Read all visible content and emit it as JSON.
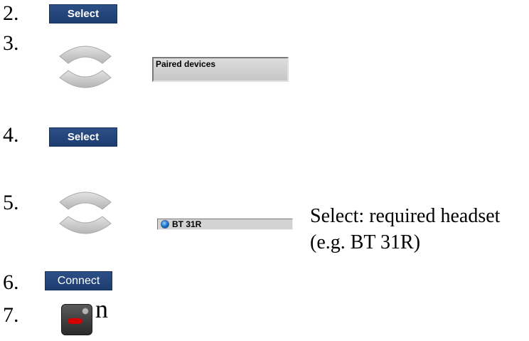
{
  "steps": [
    {
      "number": "2.",
      "softkey": "Select"
    },
    {
      "number": "3.",
      "display": "Paired devices"
    },
    {
      "number": "4.",
      "softkey": "Select"
    },
    {
      "number": "5.",
      "display_item": "BT 31R",
      "instruction_line1": "Select: required headset",
      "instruction_line2": "(e.g. BT 31R)"
    },
    {
      "number": "6.",
      "softkey": "Connect"
    },
    {
      "number": "7.",
      "suffix": "n"
    }
  ],
  "icons": {
    "nav_key": "navigation-key-icon",
    "bluetooth": "bluetooth-device-icon",
    "end_key": "end-call-key-icon"
  },
  "colors": {
    "softkey_bg": "#1d3d70",
    "display_bg": "#d3d3d3",
    "end_key_red": "#d40000"
  }
}
